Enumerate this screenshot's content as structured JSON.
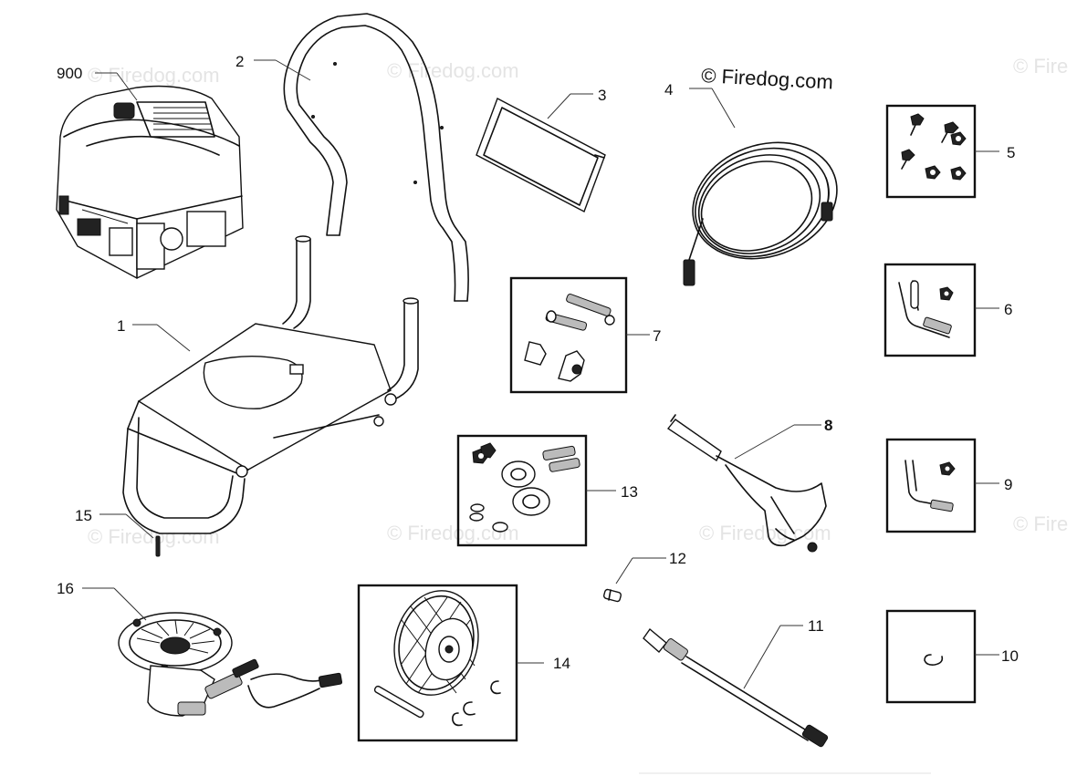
{
  "copyright": "© Firedog.com",
  "watermark": "© Firedog.com",
  "watermark_partial": "© Fire",
  "callouts": {
    "c900": "900",
    "c1": "1",
    "c2": "2",
    "c3": "3",
    "c4": "4",
    "c5": "5",
    "c6": "6",
    "c7": "7",
    "c8": "8",
    "c9": "9",
    "c10": "10",
    "c11": "11",
    "c12": "12",
    "c13": "13",
    "c14": "14",
    "c15": "15",
    "c16": "16"
  },
  "parts": [
    {
      "number": "900",
      "depicts": "engine-icon"
    },
    {
      "number": "1",
      "depicts": "frame-icon"
    },
    {
      "number": "2",
      "depicts": "handle-icon"
    },
    {
      "number": "3",
      "depicts": "decal-icon"
    },
    {
      "number": "4",
      "depicts": "hose-icon"
    },
    {
      "number": "5",
      "depicts": "bolts-nuts-icon"
    },
    {
      "number": "6",
      "depicts": "pin-kit-icon"
    },
    {
      "number": "7",
      "depicts": "knob-bolt-kit-icon"
    },
    {
      "number": "8",
      "depicts": "spray-gun-icon"
    },
    {
      "number": "9",
      "depicts": "pin-kit-icon"
    },
    {
      "number": "10",
      "depicts": "clip-icon"
    },
    {
      "number": "11",
      "depicts": "wand-icon"
    },
    {
      "number": "12",
      "depicts": "nozzle-icon"
    },
    {
      "number": "13",
      "depicts": "wheel-hardware-icon"
    },
    {
      "number": "14",
      "depicts": "wheel-kit-icon"
    },
    {
      "number": "15",
      "depicts": "pin-icon"
    },
    {
      "number": "16",
      "depicts": "pump-icon"
    }
  ]
}
